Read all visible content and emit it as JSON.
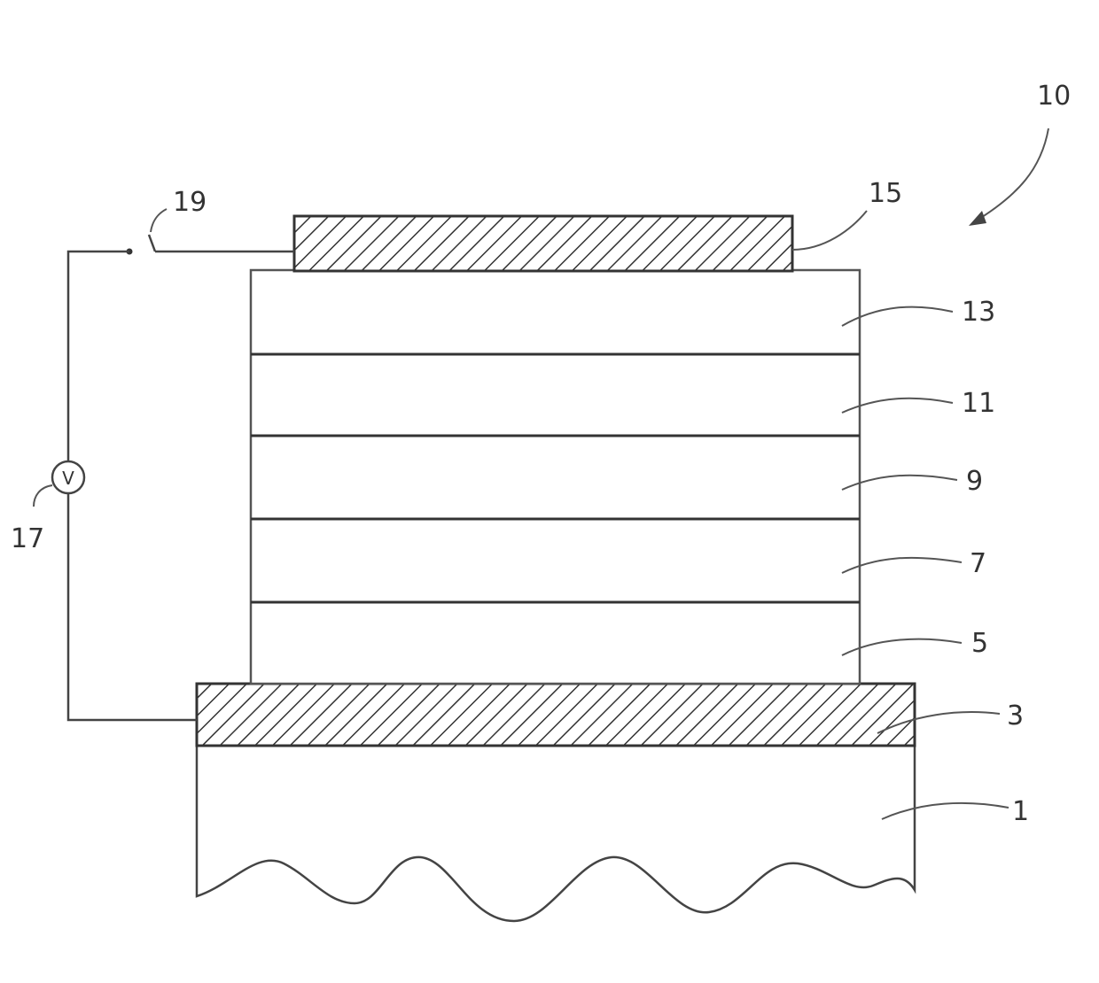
{
  "labels": {
    "device": "10",
    "top_electrode": "15",
    "switch": "19",
    "voltage_source": "17",
    "voltmeter_symbol": "V",
    "layer_13": "13",
    "layer_11": "11",
    "layer_9": "9",
    "layer_7": "7",
    "layer_5": "5",
    "bottom_electrode": "3",
    "substrate": "1"
  }
}
